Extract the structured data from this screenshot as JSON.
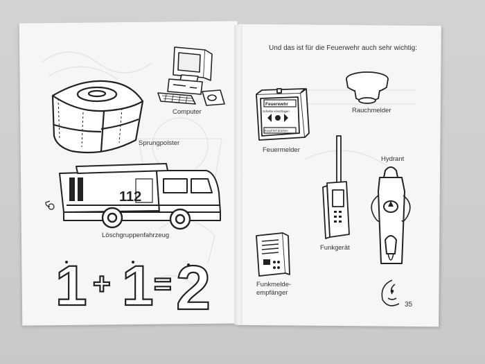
{
  "left_page": {
    "labels": {
      "computer": "Computer",
      "sprungpolster": "Sprungpolster",
      "loeschfahrzeug": "Löschgruppenfahrzeug"
    },
    "truck_number": "112",
    "math": {
      "a": "1",
      "plus": "+",
      "b": "1",
      "equals": "=",
      "result": "2"
    }
  },
  "right_page": {
    "heading": "Und das ist für die Feuerwehr auch sehr wichtig:",
    "labels": {
      "rauchmelder": "Rauchmelder",
      "feuermelder": "Feuermelder",
      "hydrant": "Hydrant",
      "funkgeraet": "Funkgerät",
      "funkmelde_line1": "Funkmelde-",
      "funkmelde_line2": "empfänger"
    },
    "alarm_box": {
      "title": "Feuerwehr",
      "line1": "Scheibe einschlagen",
      "line2": "Knopf tief drücken"
    },
    "page_number": "35"
  }
}
